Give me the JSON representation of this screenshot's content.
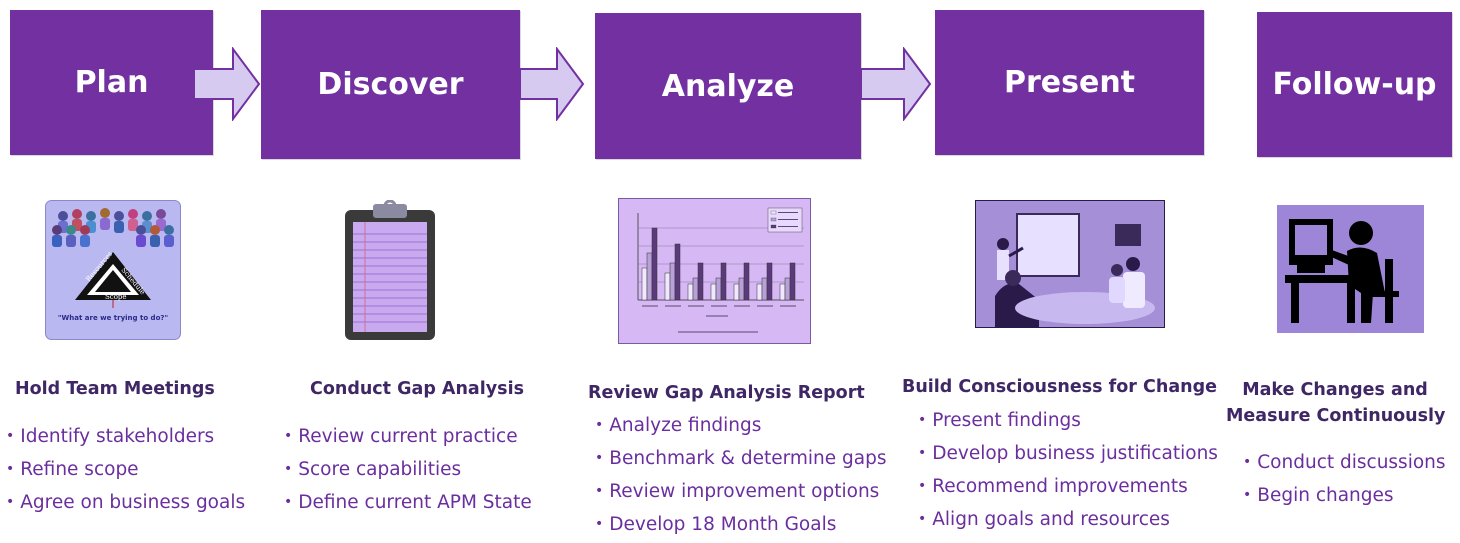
{
  "stages": [
    {
      "label": "Plan"
    },
    {
      "label": "Discover"
    },
    {
      "label": "Analyze"
    },
    {
      "label": "Present"
    },
    {
      "label": "Follow-up"
    }
  ],
  "colors": {
    "box": "#7230a0",
    "arrow_fill": "#d6caf0",
    "arrow_stroke": "#7230a0",
    "heading": "#3f2766",
    "bullet": "#6a2e9e"
  },
  "icons": [
    "team-triangle-icon",
    "clipboard-icon",
    "bar-chart-report-icon",
    "meeting-presentation-icon",
    "computer-user-icon"
  ],
  "plan_image": {
    "triangle_left": "Resources",
    "triangle_right": "Schedule",
    "triangle_bottom": "Scope",
    "caption": "\"What are we trying to do?\""
  },
  "columns": [
    {
      "heading": "Hold Team Meetings",
      "bullets": [
        "Identify stakeholders",
        "Refine scope",
        "Agree on business goals"
      ]
    },
    {
      "heading": "Conduct Gap Analysis",
      "bullets": [
        "Review current practice",
        "Score capabilities",
        "Define current APM State"
      ]
    },
    {
      "heading": "Review Gap Analysis Report",
      "bullets": [
        "Analyze findings",
        "Benchmark & determine gaps",
        "Review improvement options",
        "Develop 18 Month Goals"
      ]
    },
    {
      "heading": "Build Consciousness for Change",
      "bullets": [
        "Present findings",
        "Develop business justifications",
        "Recommend improvements",
        "Align goals and resources"
      ]
    },
    {
      "heading_line1": "Make Changes and",
      "heading_line2": "Measure Continuously",
      "bullets": [
        "Conduct discussions",
        "Begin changes"
      ]
    }
  ]
}
